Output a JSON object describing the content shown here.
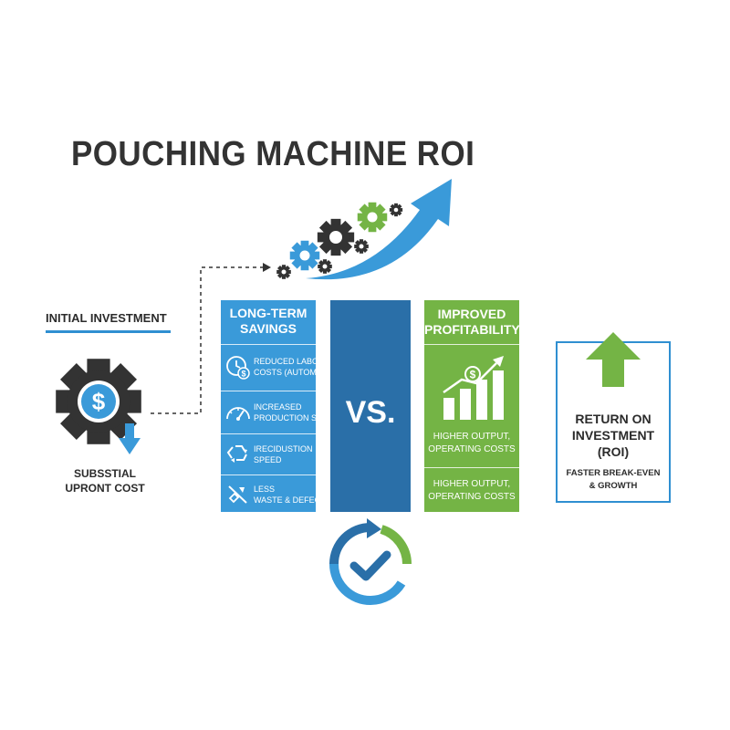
{
  "title": "POUCHING MACHINE ROI",
  "initial": {
    "label": "INITIAL INVESTMENT",
    "cost_line1": "SUBSSTIAL",
    "cost_line2": "UPRONT COST"
  },
  "savings": {
    "heading_line1": "LONG-TERM",
    "heading_line2": "SAVINGS",
    "rows": [
      {
        "line1": "REDUCED LABOR",
        "line2": "COSTS (AUTOMATION",
        "icon": "clock-dollar-icon"
      },
      {
        "line1": "INCREASED",
        "line2": "PRODUCTION SPEED",
        "icon": "speedometer-icon"
      },
      {
        "line1": "IRECIDUSTION",
        "line2": "SPEED",
        "icon": "recycle-icon"
      },
      {
        "line1": "LESS",
        "line2": "WASTE & DEFECTS",
        "icon": "waste-icon"
      }
    ]
  },
  "versus": "VS.",
  "profitability": {
    "heading_line1": "IMPROVED",
    "heading_line2": "PROFITABILITY",
    "text1_line1": "HIGHER OUTPUT,",
    "text1_line2": "OPERATING COSTS",
    "text2_line1": "HIGHER OUTPUT,",
    "text2_line2": "OPERATING COSTS",
    "icon": "growth-chart-icon"
  },
  "roi": {
    "title_line1": "RETURN ON",
    "title_line2": "INVESTMENT",
    "title_line3": "(ROI)",
    "sub_line1": "FASTER BREAK-EVEN",
    "sub_line2": "& GROWTH",
    "icon": "up-arrow-icon"
  },
  "colors": {
    "blue": "#3a9ad9",
    "dark_blue": "#2a6fa8",
    "green": "#74b445",
    "dark_gray": "#333333"
  }
}
